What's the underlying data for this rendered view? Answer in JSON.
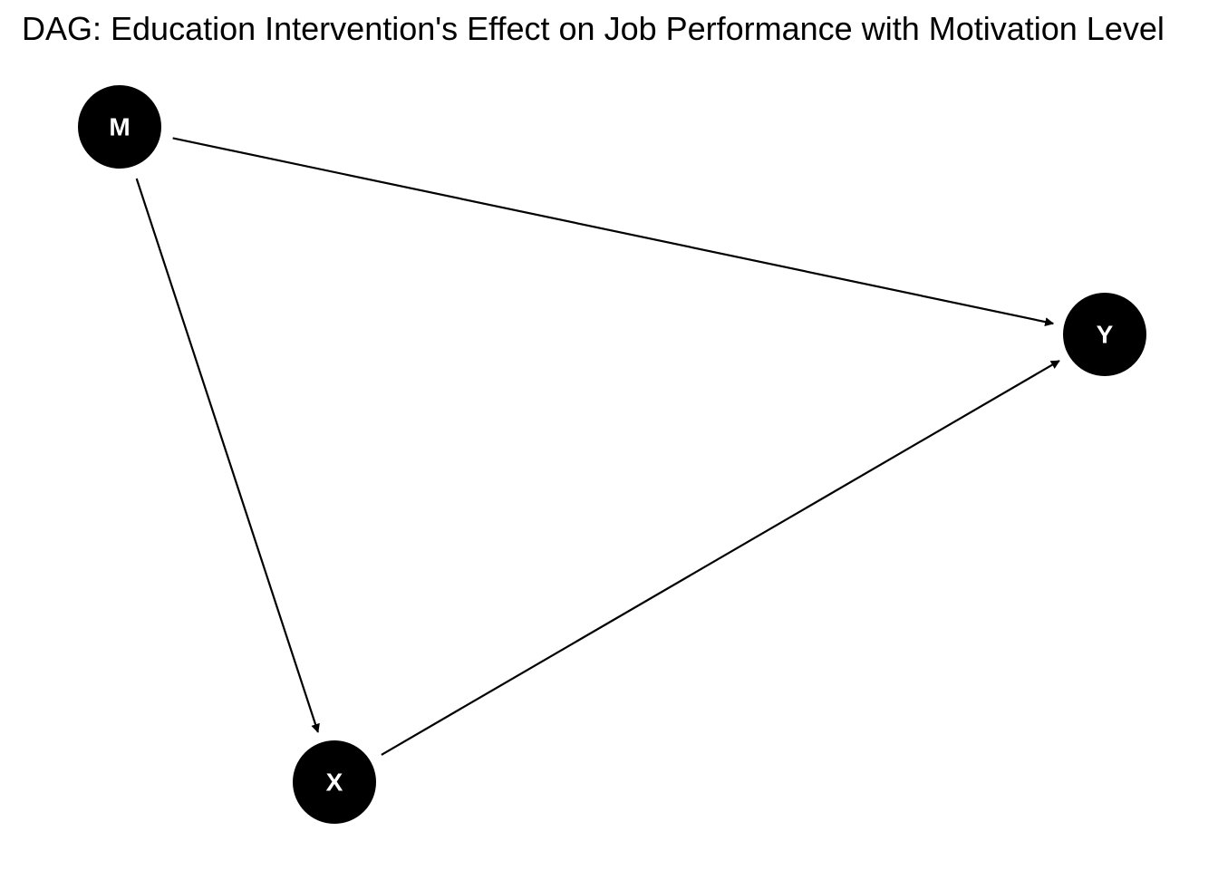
{
  "diagram": {
    "title": "DAG: Education Intervention's Effect on Job Performance with Motivation Level",
    "colors": {
      "node_fill": "#000000",
      "node_text": "#ffffff",
      "edge": "#000000",
      "background": "#ffffff"
    },
    "nodes": [
      {
        "id": "M",
        "label": "M"
      },
      {
        "id": "X",
        "label": "X"
      },
      {
        "id": "Y",
        "label": "Y"
      }
    ],
    "edges": [
      {
        "from": "M",
        "to": "Y"
      },
      {
        "from": "M",
        "to": "X"
      },
      {
        "from": "X",
        "to": "Y"
      }
    ]
  }
}
